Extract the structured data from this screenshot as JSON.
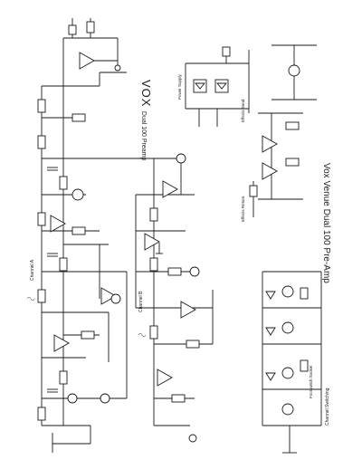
{
  "diagram": {
    "heading_brand": "VOX",
    "heading_model": "Dual 100 Preamp",
    "caption": "Vox Venue Dual 100 Pre-Amp",
    "handwritten_labels": [
      "Channel A",
      "Channel B",
      "Channel Switching",
      "Footswitch Socket",
      "Effects Send",
      "Effects Return",
      "Power Supply"
    ]
  }
}
